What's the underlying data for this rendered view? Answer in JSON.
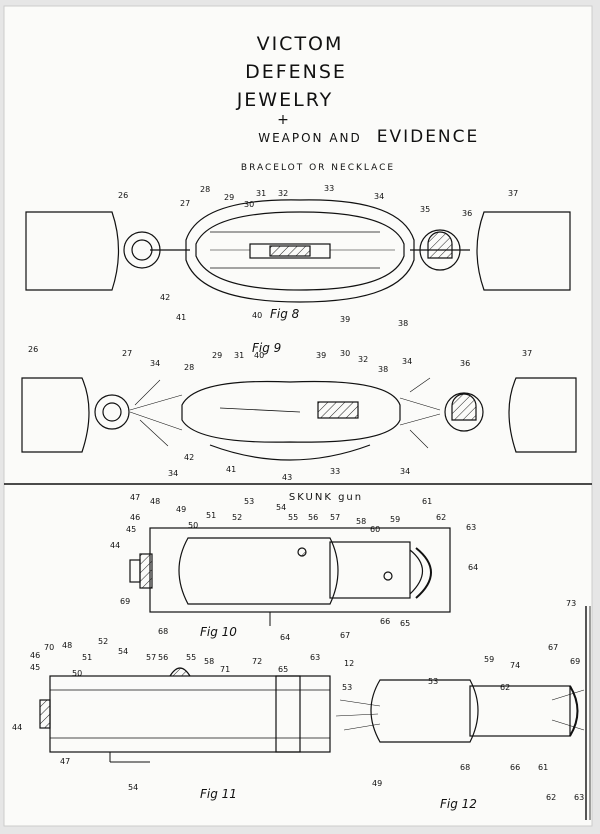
{
  "title": {
    "line1": "VICTOM",
    "line2": "DEFENSE",
    "line3": "JEWELRY",
    "plus": "+",
    "line4a": "WEAPON AND",
    "line4b": "EVIDENCE"
  },
  "subtitle_top": "BRACELOT OR NECKLACE",
  "subtitle_bottom": "SKUNK gun",
  "figures": {
    "fig8": "Fig 8",
    "fig9": "Fig 9",
    "fig10": "Fig 10",
    "fig11": "Fig 11",
    "fig12": "Fig 12"
  },
  "labels": {
    "fig8": [
      "26",
      "27",
      "28",
      "29",
      "30",
      "31",
      "32",
      "33",
      "34",
      "35",
      "36",
      "37",
      "42",
      "41",
      "40",
      "39",
      "38"
    ],
    "fig9": [
      "26",
      "27",
      "34",
      "28",
      "29",
      "31",
      "40",
      "39",
      "30",
      "32",
      "38",
      "34",
      "36",
      "37",
      "34",
      "42",
      "41",
      "43",
      "33",
      "34"
    ],
    "fig10": [
      "47",
      "48",
      "46",
      "45",
      "49",
      "50",
      "53",
      "51",
      "52",
      "54",
      "55",
      "56",
      "57",
      "58",
      "59",
      "60",
      "61",
      "62",
      "63",
      "44",
      "64",
      "69",
      "68",
      "66",
      "65",
      "67",
      "64"
    ],
    "fig11": [
      "46",
      "70",
      "45",
      "48",
      "51",
      "52",
      "50",
      "54",
      "57",
      "56",
      "55",
      "58",
      "71",
      "72",
      "65",
      "63",
      "44",
      "47",
      "54"
    ],
    "fig12": [
      "73",
      "12",
      "53",
      "59",
      "74",
      "67",
      "69",
      "53",
      "62",
      "66",
      "61",
      "68",
      "49",
      "62",
      "63"
    ]
  },
  "colors": {
    "paper": "#fbfbf9",
    "ink": "#111111",
    "background": "#e6e6e6"
  }
}
